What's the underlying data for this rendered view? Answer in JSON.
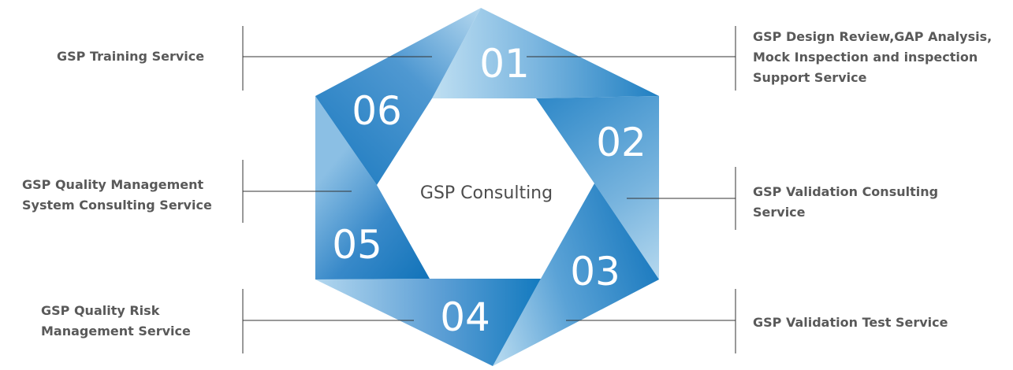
{
  "center_label": "GSP Consulting",
  "segments": [
    {
      "number": "01",
      "label_lines": [
        "GSP Design Review,GAP Analysis,",
        "Mock Inspection and inspection",
        "Support Service"
      ]
    },
    {
      "number": "02",
      "label_lines": [
        "GSP Validation Consulting",
        "Service"
      ]
    },
    {
      "number": "03",
      "label_lines": [
        "GSP Validation Test Service"
      ]
    },
    {
      "number": "04",
      "label_lines": [
        "GSP Quality Risk",
        "Management Service"
      ]
    },
    {
      "number": "05",
      "label_lines": [
        "GSP Quality Management",
        "System Consulting Service"
      ]
    },
    {
      "number": "06",
      "label_lines": [
        "GSP Training Service"
      ]
    }
  ],
  "colors": {
    "blue_dark": "#1478bd",
    "blue_mid": "#4e9bd3",
    "blue_light": "#a9d2ec",
    "leader_line": "#333333",
    "label_text": "#595959",
    "center_text": "#4d4d4d"
  }
}
